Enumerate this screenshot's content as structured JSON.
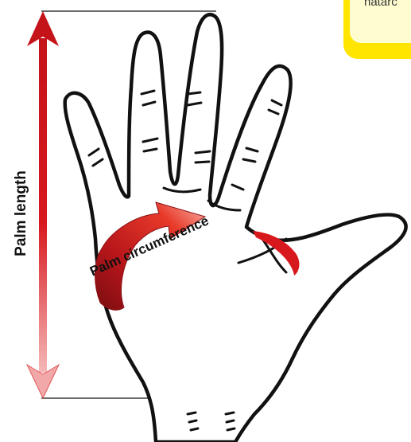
{
  "labels": {
    "palm_length": "Palm length",
    "palm_circumference": "Palm circumference"
  },
  "note": {
    "text": "hatarc"
  },
  "colors": {
    "arrow_red": "#d7191e",
    "note_yellow": "#ffe500",
    "note_fill": "#fffdd0",
    "outline": "#111111"
  },
  "icons": [
    "hand-outline",
    "double-headed-arrow",
    "curved-arrow"
  ]
}
